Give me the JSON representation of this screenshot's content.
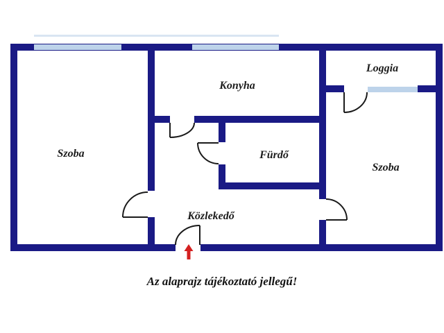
{
  "plan": {
    "type": "apartment-floor-plan",
    "rooms": [
      {
        "id": "szoba-left",
        "label": "Szoba"
      },
      {
        "id": "konyha",
        "label": "Konyha"
      },
      {
        "id": "loggia",
        "label": "Loggia"
      },
      {
        "id": "furdo",
        "label": "Fürdő"
      },
      {
        "id": "szoba-right",
        "label": "Szoba"
      },
      {
        "id": "kozlekedo",
        "label": "Közlekedő"
      }
    ],
    "caption": "Az alaprajz tájékoztató jellegű!",
    "entrance_marker": "red-up-arrow",
    "colors": {
      "wall": "#1a1a85",
      "window": "#bdd3ea",
      "door_line": "#1a1a1a",
      "entrance_arrow": "#d42020",
      "label_text": "#1c1c1c",
      "background": "#ffffff"
    }
  }
}
